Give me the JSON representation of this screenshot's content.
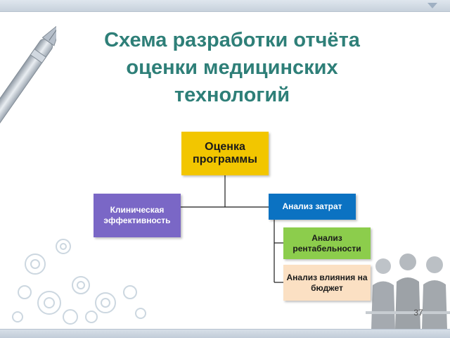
{
  "slide": {
    "title_lines": [
      "Схема разработки отчёта",
      "оценки медицинских",
      "технологий"
    ],
    "page_number": "37"
  },
  "diagram": {
    "root": "Оценка программы",
    "left_child": "Клиническая эффективность",
    "right_child": "Анализ затрат",
    "right_subchildren": [
      "Анализ рентабельности",
      "Анализ влияния на бюджет"
    ]
  },
  "colors": {
    "title": "#2e7f78",
    "root_fill": "#f2c600",
    "clinical_fill": "#7a67c6",
    "costs_fill": "#0b72c2",
    "profit_fill": "#8ccd4c",
    "budget_fill": "#fbe0c3"
  },
  "decor": {
    "top_left": "fountain-pen-icon",
    "bottom_left": "gear-bubbles-icon",
    "bottom_right": "business-people-image"
  }
}
